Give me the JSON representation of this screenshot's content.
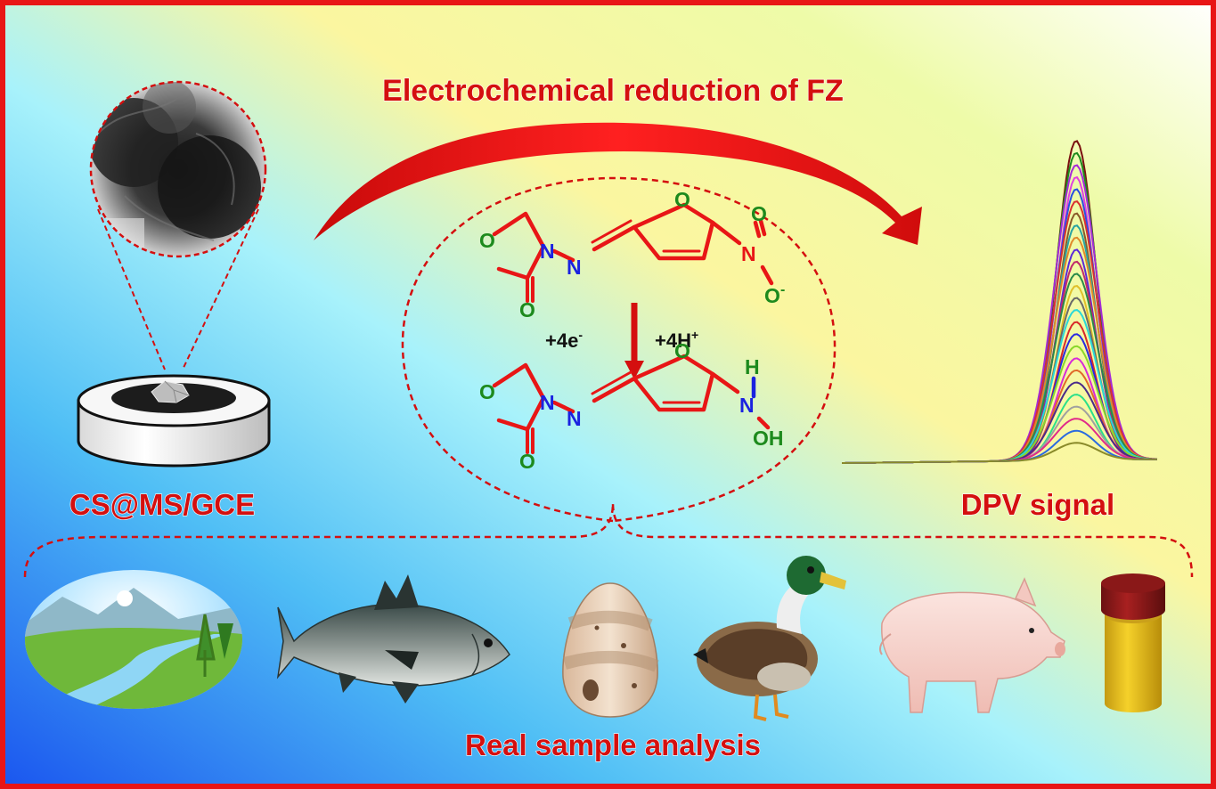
{
  "title": "Electrochemical reduction of FZ",
  "electrode_label": "CS@MS/GCE",
  "signal_label": "DPV signal",
  "bottom_label": "Real sample analysis",
  "reaction": {
    "electrons": "+4e",
    "electrons_sup": "-",
    "protons": "+4H",
    "protons_sup": "+"
  },
  "atoms": {
    "O": "O",
    "N": "N",
    "H": "H",
    "OH": "OH",
    "O_minus": "O",
    "minus": "-"
  },
  "colors": {
    "frame": "#e81616",
    "accent_red": "#d40f0f",
    "nitrogen_blue": "#1a22e0",
    "oxygen_green": "#1d8a1d",
    "bg_left": "#1f7ff2",
    "bg_mid": "#8fefff",
    "bg_right": "#fbf79a"
  },
  "samples": [
    {
      "name": "river-water",
      "icon": "river-landscape-icon"
    },
    {
      "name": "fish",
      "icon": "fish-icon"
    },
    {
      "name": "egg",
      "icon": "egg-icon"
    },
    {
      "name": "duck",
      "icon": "duck-icon"
    },
    {
      "name": "pig",
      "icon": "pig-icon"
    },
    {
      "name": "urine-container",
      "icon": "sample-jar-icon"
    }
  ],
  "dpv_curve_colors": [
    "#7a1010",
    "#1d8a1d",
    "#a52ad8",
    "#e040e0",
    "#2a4fe0",
    "#d93030",
    "#8a5a2a",
    "#29a3a3",
    "#e08a2a",
    "#5a2ad8",
    "#c02a6a",
    "#2a8a4a",
    "#e0c02a",
    "#6a6a6a",
    "#2ad8d8",
    "#d82a2a",
    "#2a2ae0",
    "#8ad82a",
    "#d82ad8",
    "#e06a2a",
    "#4a2a8a",
    "#2ae08a",
    "#a0a0a0",
    "#e02a8a",
    "#2a6ae0",
    "#8a8a2a"
  ]
}
